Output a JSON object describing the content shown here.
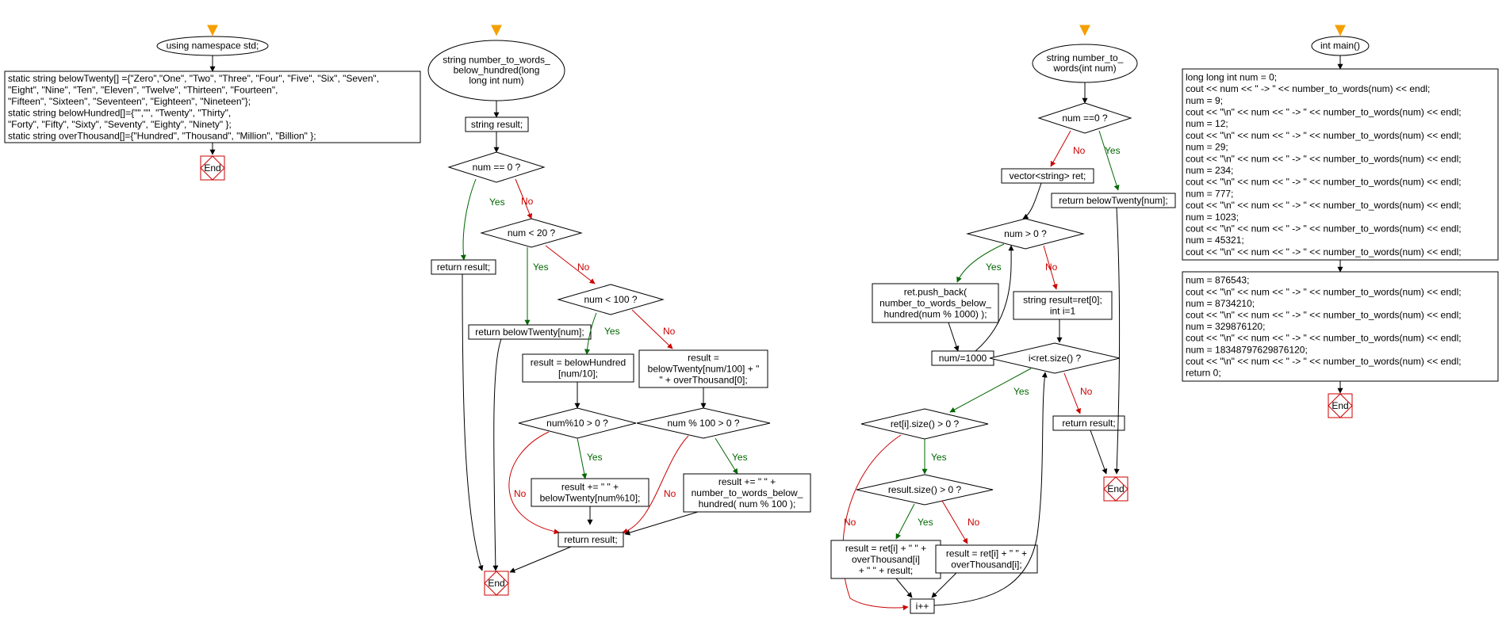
{
  "colors": {
    "start": "#f5a000",
    "yes": "#006600",
    "no": "#cc0000",
    "line": "#000000"
  },
  "labels": {
    "yes": "Yes",
    "no": "No",
    "end": "End"
  },
  "nodes": {
    "ns": {
      "lines": [
        "using namespace std;"
      ]
    },
    "decl": {
      "lines": [
        "static string belowTwenty[] ={\"Zero\",\"One\", \"Two\", \"Three\", \"Four\", \"Five\", \"Six\", \"Seven\",",
        "\"Eight\", \"Nine\", \"Ten\", \"Eleven\", \"Twelve\", \"Thirteen\", \"Fourteen\",",
        "\"Fifteen\", \"Sixteen\", \"Seventeen\", \"Eighteen\", \"Nineteen\"};",
        "static string belowHundred[]={\"\",\"\", \"Twenty\", \"Thirty\",",
        "\"Forty\", \"Fifty\", \"Sixty\", \"Seventy\", \"Eighty\", \"Ninety\" };",
        "static string overThousand[]={\"Hundred\", \"Thousand\", \"Million\", \"Billion\" };"
      ]
    },
    "f1": {
      "lines": [
        "string number_to_words_",
        "below_hundred(long",
        "long int num)"
      ]
    },
    "f1_res": {
      "lines": [
        "string result;"
      ]
    },
    "f1_d0": {
      "lines": [
        "num == 0 ?"
      ]
    },
    "f1_d20": {
      "lines": [
        "num < 20 ?"
      ]
    },
    "f1_ret1": {
      "lines": [
        "return result;"
      ]
    },
    "f1_d100": {
      "lines": [
        "num < 100 ?"
      ]
    },
    "f1_rbt": {
      "lines": [
        "return belowTwenty[num];"
      ]
    },
    "f1_bh": {
      "lines": [
        "result = belowHundred",
        "[num/10];"
      ]
    },
    "f1_bt": {
      "lines": [
        "result =",
        "belowTwenty[num/100] + \"",
        "\" + overThousand[0];"
      ]
    },
    "f1_d10": {
      "lines": [
        "num%10 > 0 ?"
      ]
    },
    "f1_d100b": {
      "lines": [
        "num % 100 > 0 ?"
      ]
    },
    "f1_add1": {
      "lines": [
        "result += \" \" +",
        "belowTwenty[num%10];"
      ]
    },
    "f1_add2": {
      "lines": [
        "result += \" \" +",
        "number_to_words_below_",
        "hundred( num % 100 );"
      ]
    },
    "f1_ret2": {
      "lines": [
        "return result;"
      ]
    },
    "f2": {
      "lines": [
        "string number_to_",
        "words(int num)"
      ]
    },
    "f2_d0": {
      "lines": [
        "num ==0 ?"
      ]
    },
    "f2_vec": {
      "lines": [
        "vector<string> ret;"
      ]
    },
    "f2_rbt": {
      "lines": [
        "return belowTwenty[num];"
      ]
    },
    "f2_dg0": {
      "lines": [
        "num > 0 ?"
      ]
    },
    "f2_push": {
      "lines": [
        "ret.push_back(",
        "number_to_words_below_",
        "hundred(num % 1000) );"
      ]
    },
    "f2_sr": {
      "lines": [
        "string result=ret[0];",
        "int i=1"
      ]
    },
    "f2_div": {
      "lines": [
        "num/=1000"
      ]
    },
    "f2_dsz": {
      "lines": [
        "i<ret.size() ?"
      ]
    },
    "f2_dri": {
      "lines": [
        "ret[i].size() > 0 ?"
      ]
    },
    "f2_ret": {
      "lines": [
        "return result;"
      ]
    },
    "f2_drs": {
      "lines": [
        "result.size() > 0 ?"
      ]
    },
    "f2_r1": {
      "lines": [
        "result = ret[i] + \" \" +",
        "overThousand[i]",
        "+ \" \" + result;"
      ]
    },
    "f2_r2": {
      "lines": [
        "result = ret[i] + \" \" +",
        "overThousand[i];"
      ]
    },
    "f2_inc": {
      "lines": [
        "i++"
      ]
    },
    "m": {
      "lines": [
        "int main()"
      ]
    },
    "m1": {
      "lines": [
        "long long int num = 0;",
        "cout << num << \" ->  \" << number_to_words(num) << endl;",
        "num = 9;",
        "cout << \"\\n\" << num << \" ->  \" << number_to_words(num) << endl;",
        "num = 12;",
        "cout << \"\\n\" << num << \" ->  \" << number_to_words(num) << endl;",
        "num = 29;",
        "cout << \"\\n\" << num << \" ->  \" << number_to_words(num) << endl;",
        "num = 234;",
        "cout << \"\\n\" << num << \" ->  \" << number_to_words(num) << endl;",
        "num = 777;",
        "cout << \"\\n\" << num << \" ->  \" << number_to_words(num) << endl;",
        "num = 1023;",
        "cout << \"\\n\" << num << \" ->  \" << number_to_words(num) << endl;",
        "num = 45321;",
        "cout << \"\\n\" << num << \" ->  \" << number_to_words(num) << endl;"
      ]
    },
    "m2": {
      "lines": [
        "num = 876543;",
        "cout << \"\\n\" << num << \" ->  \" << number_to_words(num) << endl;",
        "num = 8734210;",
        "cout << \"\\n\" << num << \" ->  \" << number_to_words(num) << endl;",
        "num = 329876120;",
        "cout << \"\\n\" << num << \" ->  \" << number_to_words(num) << endl;",
        "num = 18348797629876120;",
        "cout << \"\\n\" << num << \" ->  \" << number_to_words(num) << endl;",
        "return 0;"
      ]
    }
  }
}
